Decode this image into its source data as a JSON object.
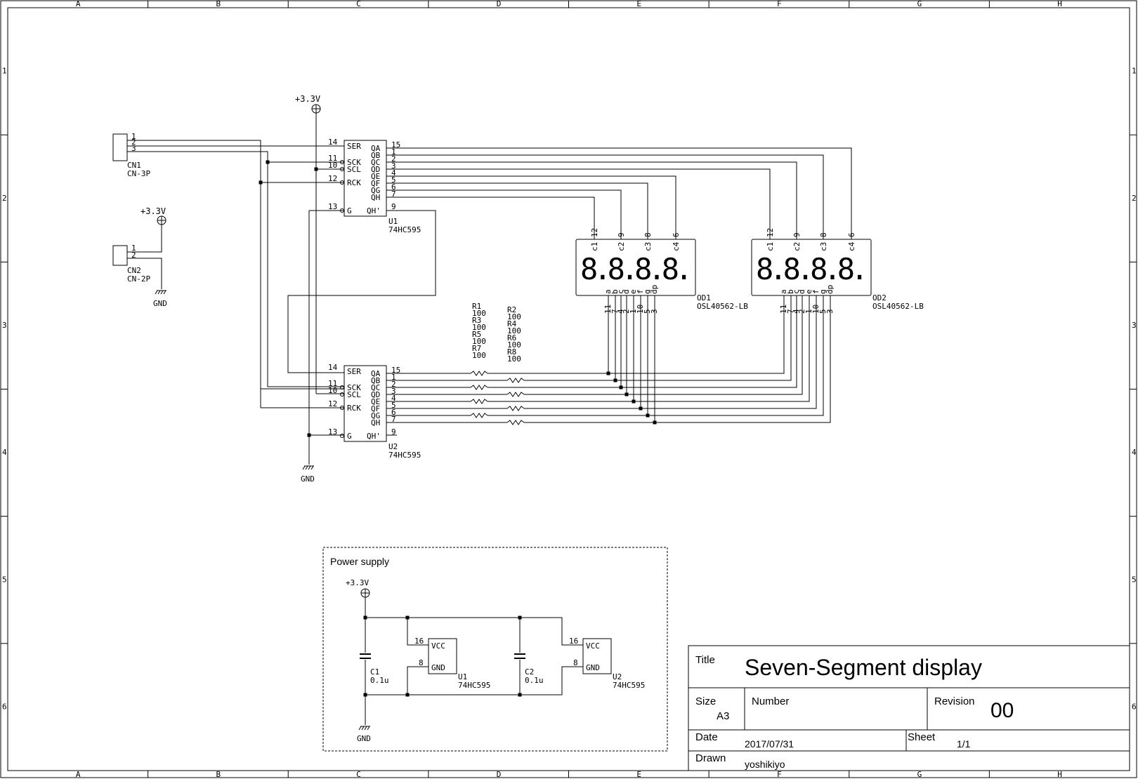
{
  "frame": {
    "columns": [
      "A",
      "B",
      "C",
      "D",
      "E",
      "F",
      "G",
      "H"
    ],
    "rows": [
      "1",
      "2",
      "3",
      "4",
      "5",
      "6"
    ]
  },
  "power": {
    "v33": "+3.3V",
    "gnd": "GND"
  },
  "connectors": {
    "cn1": {
      "ref": "CN1",
      "value": "CN-3P",
      "pins": [
        "1",
        "2",
        "3"
      ]
    },
    "cn2": {
      "ref": "CN2",
      "value": "CN-2P",
      "pins": [
        "1",
        "2"
      ]
    }
  },
  "ic": {
    "u1": {
      "ref": "U1",
      "value": "74HC595"
    },
    "u2": {
      "ref": "U2",
      "value": "74HC595"
    },
    "left_pins": [
      {
        "num": "14",
        "name": "SER"
      },
      {
        "num": "11",
        "name": "SCK"
      },
      {
        "num": "10",
        "name": "SCL"
      },
      {
        "num": "12",
        "name": "RCK"
      },
      {
        "num": "13",
        "name": "G"
      }
    ],
    "right_pins": [
      {
        "num": "15",
        "name": "QA"
      },
      {
        "num": "1",
        "name": "QB"
      },
      {
        "num": "2",
        "name": "QC"
      },
      {
        "num": "3",
        "name": "QD"
      },
      {
        "num": "4",
        "name": "QE"
      },
      {
        "num": "5",
        "name": "QF"
      },
      {
        "num": "6",
        "name": "QG"
      },
      {
        "num": "7",
        "name": "QH"
      }
    ],
    "qh_prime": {
      "num": "9",
      "name": "QH'"
    }
  },
  "displays": {
    "od1": {
      "ref": "OD1",
      "value": "OSL40562-LB"
    },
    "od2": {
      "ref": "OD2",
      "value": "OSL40562-LB"
    },
    "digit_glyphs": "8.8.8.8.",
    "common_pins": [
      {
        "name": "c1",
        "num": "12"
      },
      {
        "name": "c2",
        "num": "9"
      },
      {
        "name": "c3",
        "num": "8"
      },
      {
        "name": "c4",
        "num": "6"
      }
    ],
    "segment_pins": [
      {
        "name": "a",
        "num": "11"
      },
      {
        "name": "b",
        "num": "7"
      },
      {
        "name": "c",
        "num": "4"
      },
      {
        "name": "d",
        "num": "2"
      },
      {
        "name": "e",
        "num": "1"
      },
      {
        "name": "f",
        "num": "10"
      },
      {
        "name": "g",
        "num": "5"
      },
      {
        "name": "dp",
        "num": "3"
      }
    ]
  },
  "resistors": [
    {
      "ref": "R1",
      "value": "100"
    },
    {
      "ref": "R2",
      "value": "100"
    },
    {
      "ref": "R3",
      "value": "100"
    },
    {
      "ref": "R4",
      "value": "100"
    },
    {
      "ref": "R5",
      "value": "100"
    },
    {
      "ref": "R6",
      "value": "100"
    },
    {
      "ref": "R7",
      "value": "100"
    },
    {
      "ref": "R8",
      "value": "100"
    }
  ],
  "power_supply": {
    "title": "Power supply",
    "c1": {
      "ref": "C1",
      "value": "0.1u"
    },
    "c2": {
      "ref": "C2",
      "value": "0.1u"
    },
    "vcc_pin": {
      "num": "16",
      "name": "VCC"
    },
    "gnd_pin": {
      "num": "8",
      "name": "GND"
    }
  },
  "title_block": {
    "title_label": "Title",
    "title": "Seven-Segment display",
    "size_label": "Size",
    "size": "A3",
    "number_label": "Number",
    "number": "",
    "revision_label": "Revision",
    "revision": "00",
    "date_label": "Date",
    "date": "2017/07/31",
    "sheet_label": "Sheet",
    "sheet": "1/1",
    "drawn_label": "Drawn",
    "drawn": "yoshikiyo"
  }
}
